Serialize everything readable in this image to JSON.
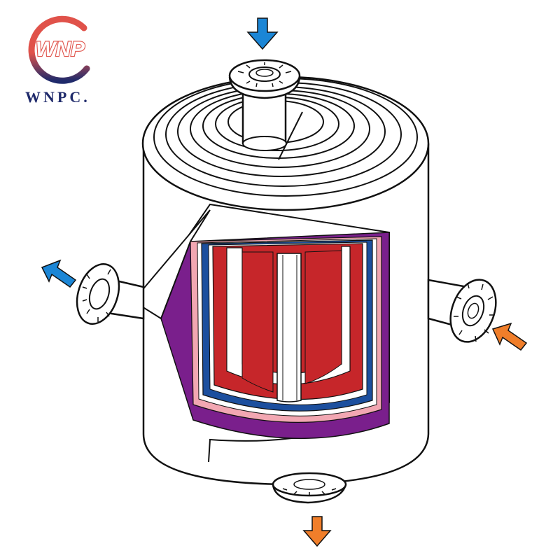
{
  "logo": {
    "mark_text": "WNP",
    "name": "WNPC.",
    "colors": {
      "red": "#e0524a",
      "blue": "#1f2a6b"
    }
  },
  "diagram": {
    "flow_arrows": [
      {
        "name": "top-inlet-arrow",
        "direction": "down",
        "color": "#1b86d6"
      },
      {
        "name": "left-outlet-arrow",
        "direction": "up-left",
        "color": "#1b86d6"
      },
      {
        "name": "right-inlet-arrow",
        "direction": "up-left",
        "color": "#f07e2a"
      },
      {
        "name": "bottom-outlet-arrow",
        "direction": "down",
        "color": "#f07e2a"
      }
    ],
    "colors": {
      "outline": "#111111",
      "shell": "#ffffff",
      "purple_layer": "#7a1f8c",
      "pink_layer": "#f2a7b2",
      "blue_layer": "#1c4f9e",
      "red_core": "#c6262a"
    }
  }
}
